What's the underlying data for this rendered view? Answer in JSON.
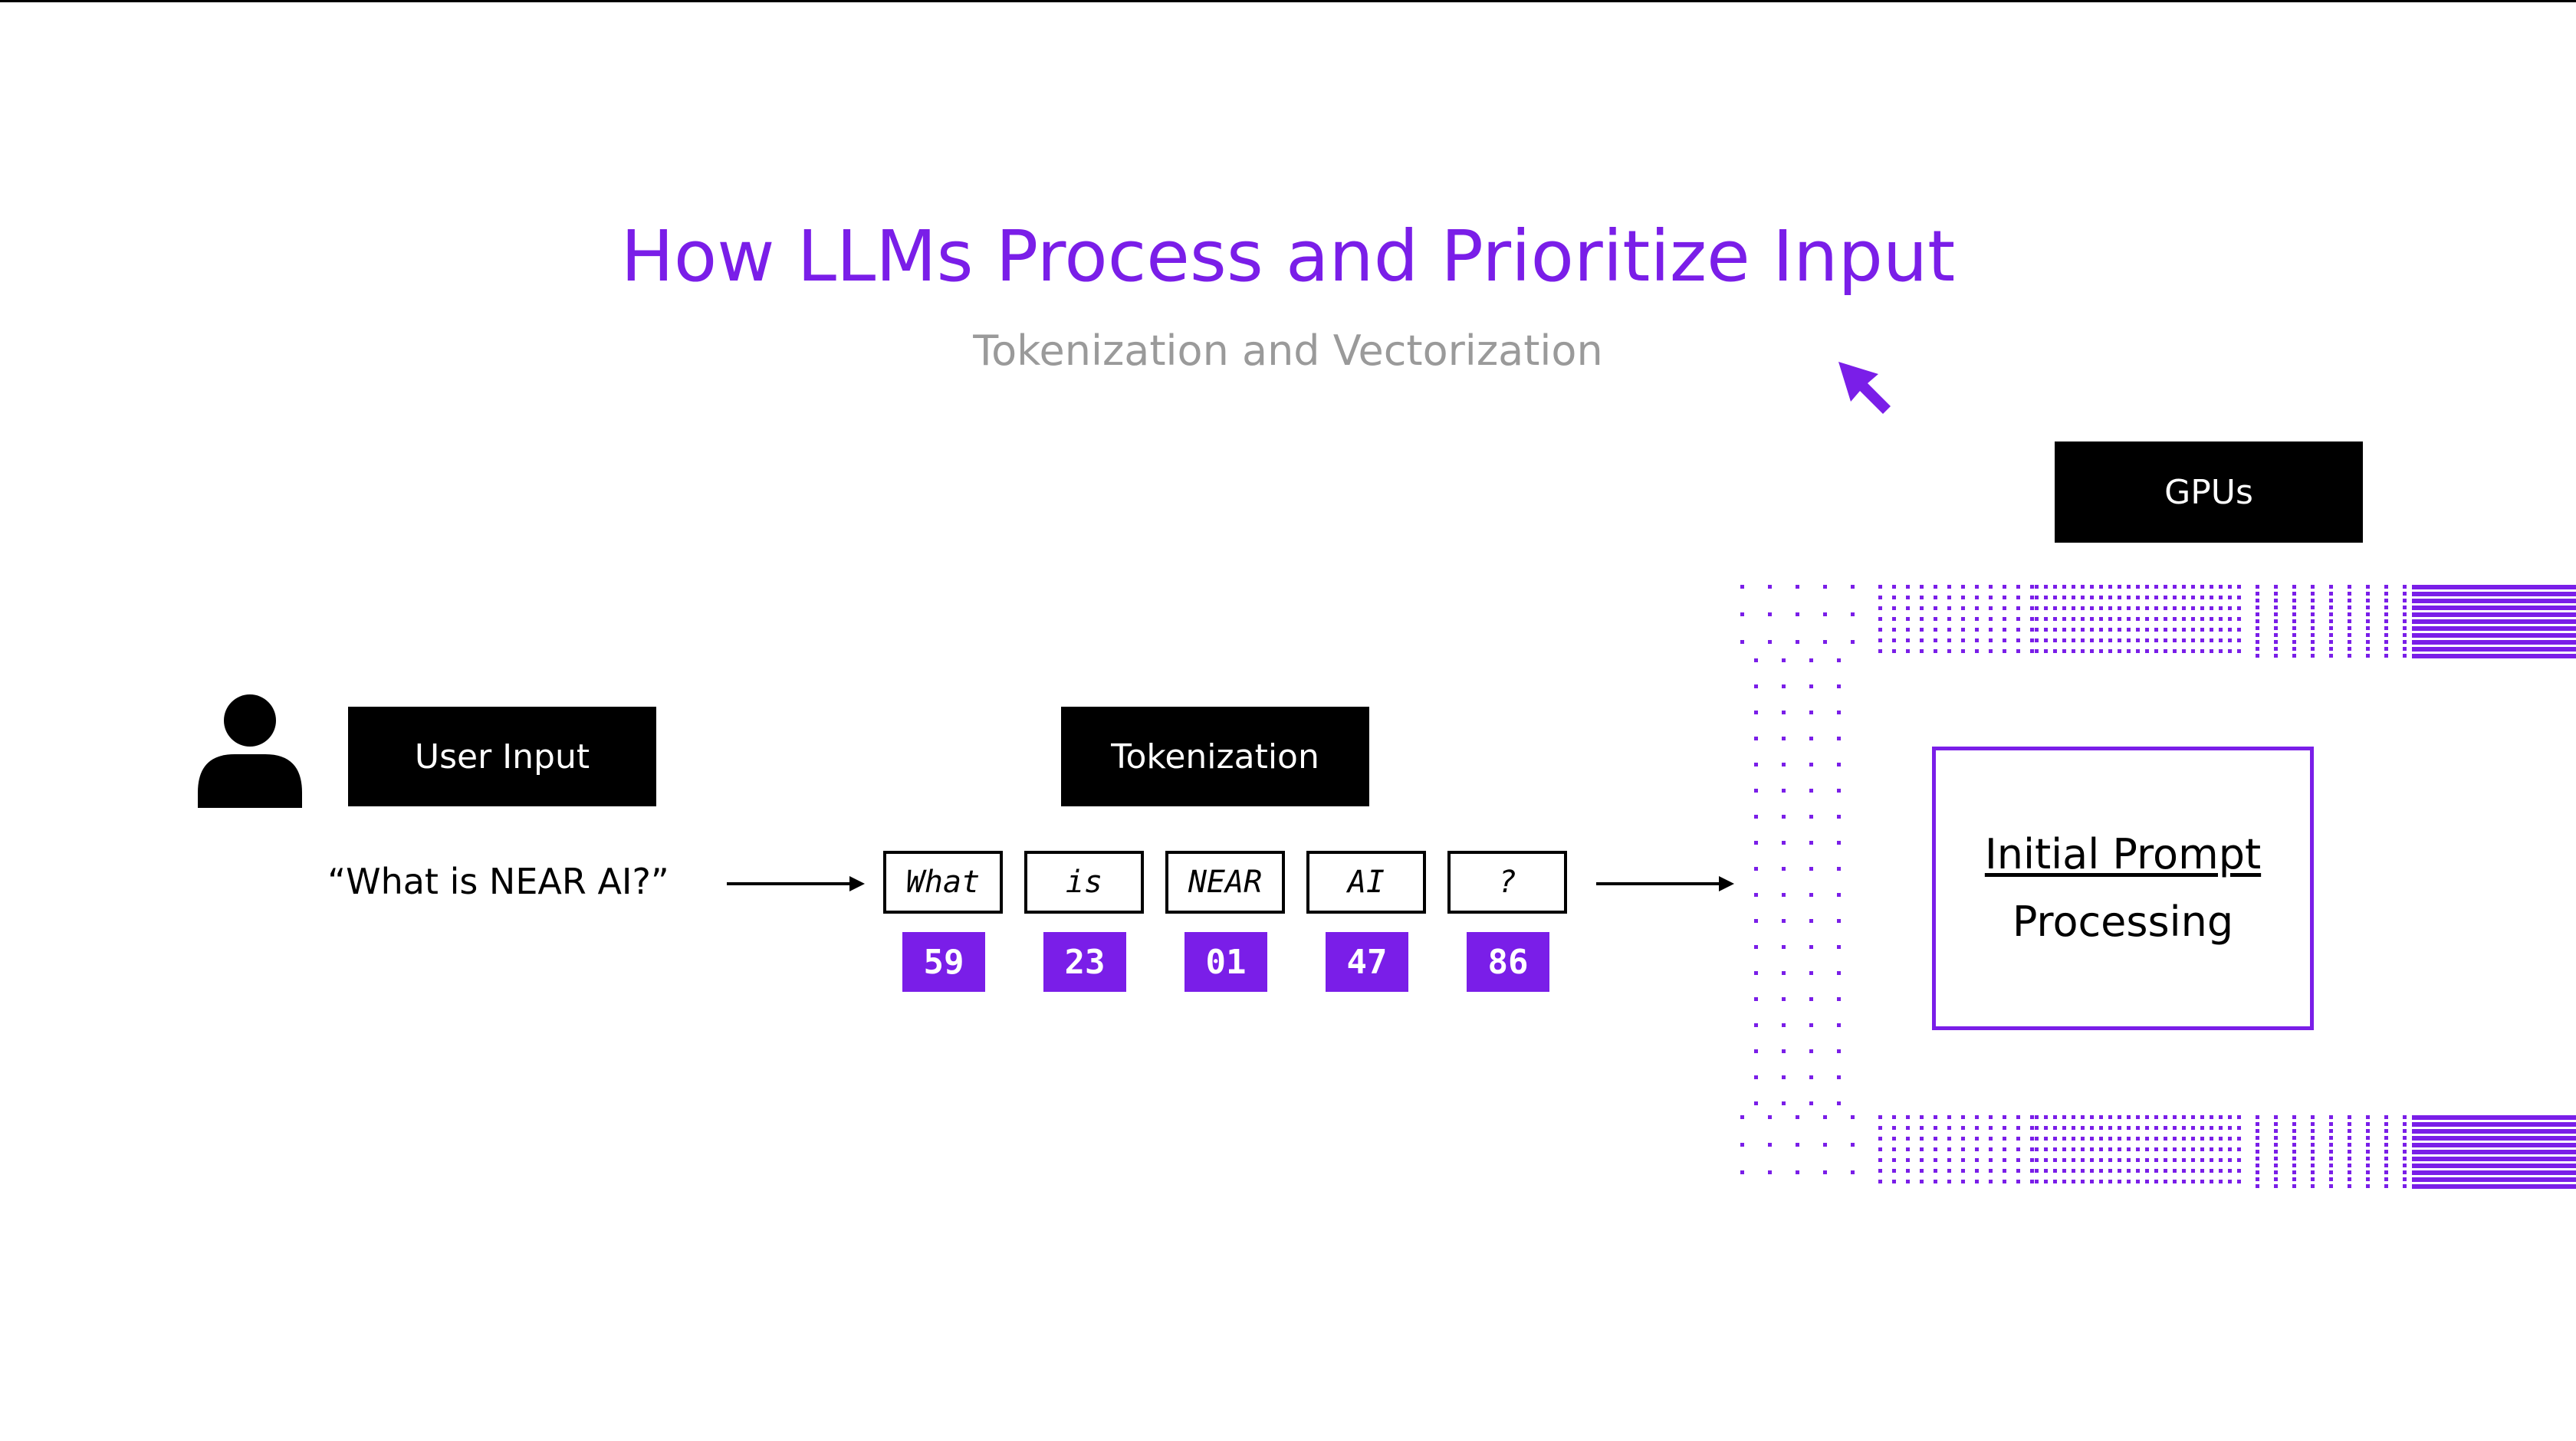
{
  "slide": {
    "title": "How LLMs Process and Prioritize Input",
    "subtitle": "Tokenization and Vectorization"
  },
  "labels": {
    "user_input": "User Input",
    "tokenization": "Tokenization",
    "gpus": "GPUs"
  },
  "query_text": "“What is NEAR AI?”",
  "tokens": [
    {
      "text": "What",
      "id": "59"
    },
    {
      "text": "is",
      "id": "23"
    },
    {
      "text": "NEAR",
      "id": "01"
    },
    {
      "text": "AI",
      "id": "47"
    },
    {
      "text": "?",
      "id": "86"
    }
  ],
  "processing": {
    "line1": "Initial Prompt",
    "line2": "Processing"
  },
  "colors": {
    "accent": "#7a1ee8",
    "label_bg": "#000000",
    "subtitle": "#9a9a9a"
  },
  "icons": [
    "user-icon",
    "cursor-arrow-icon",
    "right-arrow-icon"
  ]
}
